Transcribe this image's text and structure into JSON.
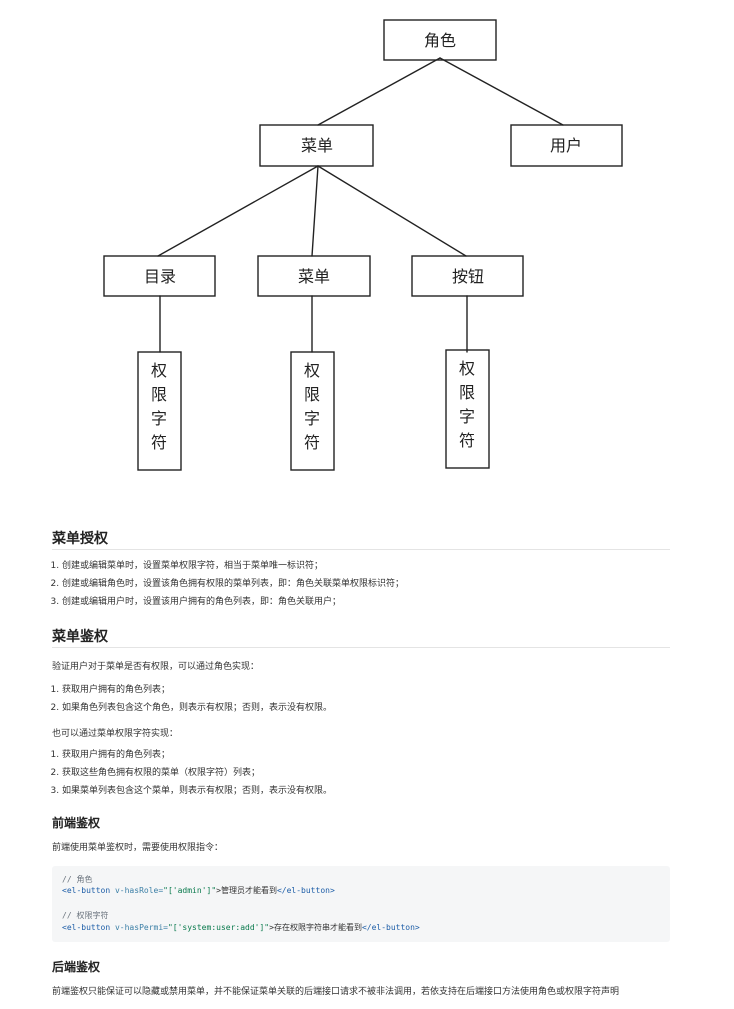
{
  "diagram": {
    "root": "角色",
    "menu": "菜单",
    "user": "用户",
    "children": [
      "目录",
      "菜单",
      "按钮"
    ],
    "permission": [
      "权",
      "限",
      "字",
      "符"
    ]
  },
  "section_menu_auth": {
    "title": "菜单授权",
    "items": [
      "创建或编辑菜单时，设置菜单权限字符，相当于菜单唯一标识符；",
      "创建或编辑角色时，设置该角色拥有权限的菜单列表，即：角色关联菜单权限标识符；",
      "创建或编辑用户时，设置该用户拥有的角色列表，即：角色关联用户；"
    ]
  },
  "section_menu_check": {
    "title": "菜单鉴权",
    "intro1": "验证用户对于菜单是否有权限，可以通过角色实现：",
    "list1": [
      "获取用户拥有的角色列表；",
      "如果角色列表包含这个角色，则表示有权限；否则，表示没有权限。"
    ],
    "intro2": "也可以通过菜单权限字符实现：",
    "list2": [
      "获取用户拥有的角色列表；",
      "获取这些角色拥有权限的菜单（权限字符）列表；",
      "如果菜单列表包含这个菜单，则表示有权限；否则，表示没有权限。"
    ]
  },
  "section_frontend": {
    "title": "前端鉴权",
    "intro": "前端使用菜单鉴权时，需要使用权限指令：",
    "code": {
      "comment1": "// 角色",
      "l1_open": "<el-button ",
      "l1_attr": "v-hasRole=",
      "l1_val": "\"['admin']\"",
      "l1_text": ">管理员才能看到",
      "l1_close": "</el-button>",
      "comment2": "// 权限字符",
      "l2_open": "<el-button ",
      "l2_attr": "v-hasPermi=",
      "l2_val": "\"['system:user:add']\"",
      "l2_text": ">存在权限字符串才能看到",
      "l2_close": "</el-button>"
    }
  },
  "section_backend": {
    "title": "后端鉴权",
    "text": "前端鉴权只能保证可以隐藏或禁用菜单，并不能保证菜单关联的后端接口请求不被非法调用，若依支持在后端接口方法使用角色或权限字符声明"
  }
}
